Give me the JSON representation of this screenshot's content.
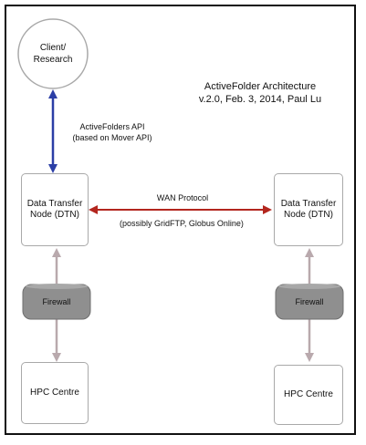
{
  "diagram": {
    "title_line1": "ActiveFolder Architecture",
    "title_line2": "v.2.0, Feb. 3, 2014, Paul Lu",
    "client_line1": "Client/",
    "client_line2": "Research",
    "api_line1": "ActiveFolders API",
    "api_line2": "(based on Mover API)",
    "dtn_left_line1": "Data Transfer",
    "dtn_left_line2": "Node (DTN)",
    "dtn_right_line1": "Data Transfer",
    "dtn_right_line2": "Node (DTN)",
    "wan_label": "WAN Protocol",
    "wan_sublabel": "(possibly GridFTP, Globus Online)",
    "firewall_left": "Firewall",
    "firewall_right": "Firewall",
    "hpc_left": "HPC Centre",
    "hpc_right": "HPC Centre"
  },
  "colors": {
    "api_arrow": "#2b3ea6",
    "wan_arrow": "#b3261e",
    "link_arrow": "#b9a9ad",
    "firewall_fill": "#8f8f8f",
    "box_border": "#a9a9a9"
  }
}
